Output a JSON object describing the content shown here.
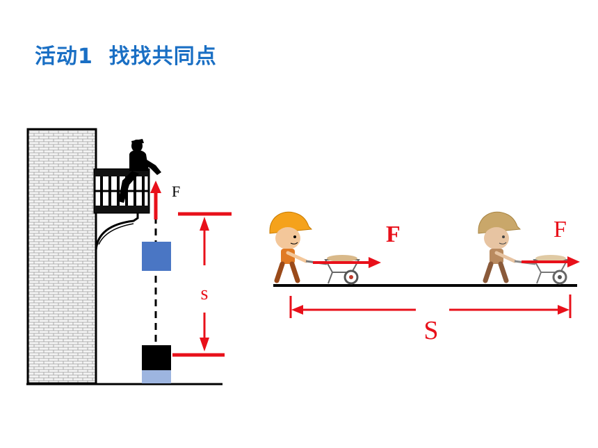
{
  "title": "活动1  找找共同点",
  "left_scene": {
    "force_label": "F",
    "distance_label": "s"
  },
  "right_scene": {
    "force_label_1": "F",
    "force_label_2": "F",
    "distance_label": "S"
  },
  "colors": {
    "title": "#1a6fc4",
    "arrow": "#e8101a",
    "block_start": "#4a76c4",
    "block_end": "#000000",
    "block_shadow": "#9db5e0",
    "brick": "#dcdcdc"
  },
  "icons": {
    "worker_left": "worker-pushing-wheelbarrow-icon",
    "worker_right": "worker-pushing-wheelbarrow-faded-icon",
    "person_on_balcony": "person-pulling-rope-icon"
  }
}
